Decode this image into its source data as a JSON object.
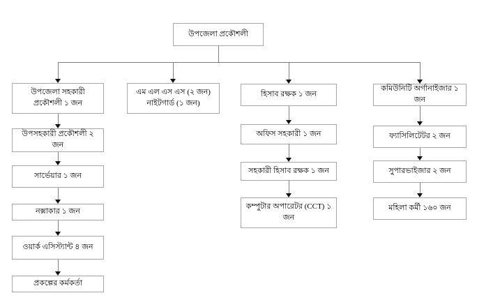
{
  "diagram": {
    "type": "org-chart",
    "root": {
      "label": "উপজেলা প্রকৌশলী"
    },
    "columns": [
      {
        "nodes": [
          {
            "label": "উপজেলা সহকারী প্রকৌশলী ১ জন"
          },
          {
            "label": "উপসহকারী প্রকৌশলী ২ জন"
          },
          {
            "label": "সার্ভেয়ার ১ জন"
          },
          {
            "label": "নক্সাকার ১ জন"
          },
          {
            "label": "ওয়ার্ক এসিস্ট্যান্ট ৪ জন"
          },
          {
            "label": "প্রকল্পের কর্মকর্তা"
          }
        ]
      },
      {
        "nodes": [
          {
            "label": "এম এল এস এস (২ জন)\nনাইটগার্ড (১ জন)"
          }
        ]
      },
      {
        "nodes": [
          {
            "label": "হিসাব রক্ষক ১ জন"
          },
          {
            "label": "অফিস সহকারী ১ জন"
          },
          {
            "label": "সহকারী হিসাব রক্ষক ১ জন"
          },
          {
            "label": "কম্পুটার অপারেটর (CCT) ১ জন"
          }
        ]
      },
      {
        "nodes": [
          {
            "label": "কমিউনিটি অর্গানাইজার ১ জন"
          },
          {
            "label": "ফ্যাসিলিটেটর ২ জন"
          },
          {
            "label": "সুপারভাইজার ২ জন"
          },
          {
            "label": "মহিলা কর্মী ১৬০ জন"
          }
        ]
      }
    ]
  },
  "colors": {
    "background": "#ffffff",
    "box_border": "#a6a6a6",
    "connector_line": "#808080",
    "arrowhead": "#111111",
    "text": "#000000"
  }
}
